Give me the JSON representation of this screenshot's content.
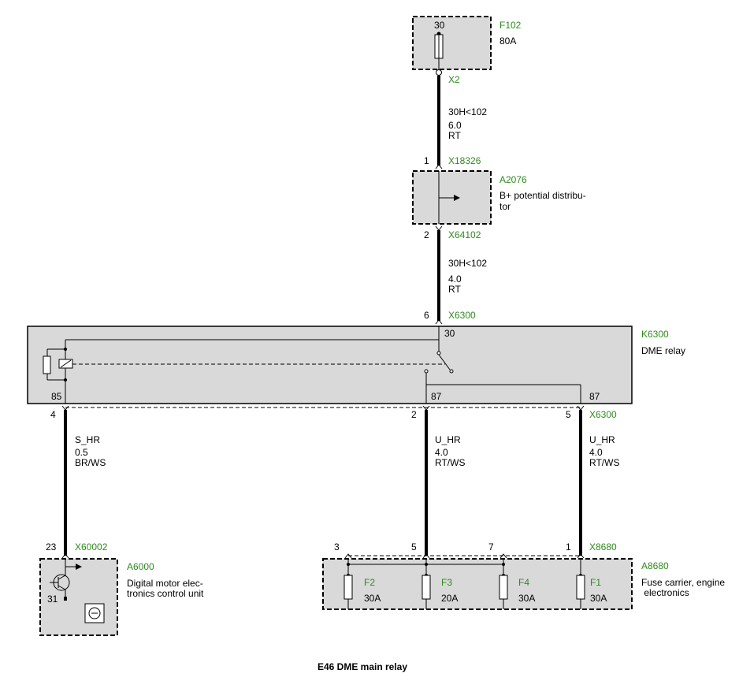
{
  "title": "E46 DME main relay",
  "components": {
    "f102": {
      "id": "F102",
      "rating": "80A",
      "terminal": "30"
    },
    "a2076": {
      "id": "A2076",
      "desc_line1": "B+ potential distribu-",
      "desc_line2": "tor"
    },
    "k6300": {
      "id": "K6300",
      "desc": "DME relay",
      "t30": "30",
      "t85": "85",
      "t87a": "87",
      "t87b": "87"
    },
    "a6000": {
      "id": "A6000",
      "desc_line1": "Digital motor elec-",
      "desc_line2": "tronics control unit",
      "t31": "31"
    },
    "a8680": {
      "id": "A8680",
      "desc_line1": "Fuse carrier, engine",
      "desc_line2": " electronics"
    },
    "fuses": [
      {
        "id": "F2",
        "rating": "30A"
      },
      {
        "id": "F3",
        "rating": "20A"
      },
      {
        "id": "F4",
        "rating": "30A"
      },
      {
        "id": "F1",
        "rating": "30A"
      }
    ]
  },
  "connectors": {
    "x2": "X2",
    "x18326": {
      "id": "X18326",
      "pin": "1"
    },
    "x64102": {
      "id": "X64102",
      "pin": "2"
    },
    "x6300_top": {
      "id": "X6300",
      "pin": "6"
    },
    "x6300_bottom": {
      "id": "X6300",
      "pin_left": "4",
      "pin_mid": "2",
      "pin_right": "5"
    },
    "x60002": {
      "id": "X60002",
      "pin": "23"
    },
    "x8680": {
      "id": "X8680",
      "pins": [
        "3",
        "5",
        "7",
        "1"
      ]
    }
  },
  "wires": {
    "w1": {
      "signal": "30H<102",
      "size": "6.0",
      "color": "RT"
    },
    "w2": {
      "signal": "30H<102",
      "size": "4.0",
      "color": "RT"
    },
    "w3": {
      "signal": "S_HR",
      "size": "0.5",
      "color": "BR/WS"
    },
    "w4": {
      "signal": "U_HR",
      "size": "4.0",
      "color": "RT/WS"
    },
    "w5": {
      "signal": "U_HR",
      "size": "4.0",
      "color": "RT/WS"
    }
  }
}
